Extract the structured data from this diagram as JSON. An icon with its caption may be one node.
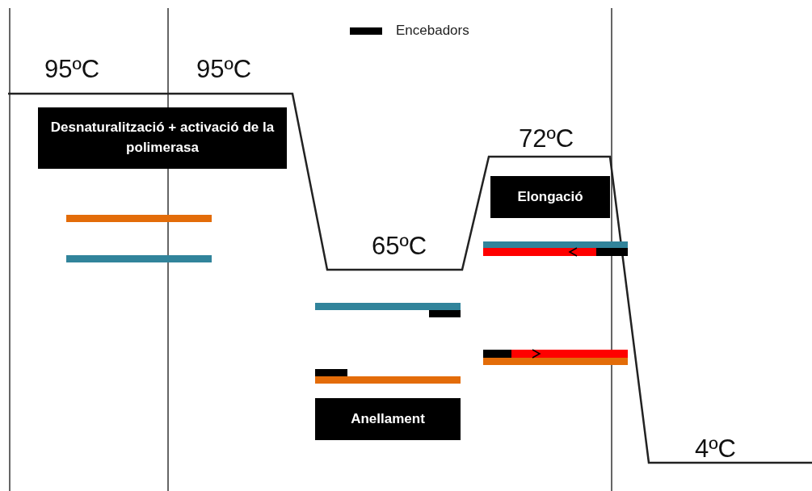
{
  "diagram": {
    "nodes": [
      {
        "text": [
          "Desnaturalització + activació de la polimerasa"
        ]
      },
      {
        "text": [
          "Anellament"
        ]
      },
      {
        "text": [
          "Elongació"
        ]
      }
    ],
    "labels": [
      "95ºC",
      "95ºC",
      "72ºC",
      "65ºC",
      "4ºC"
    ],
    "legend": [
      {
        "text": "Encebadors",
        "color": "#000000"
      }
    ]
  }
}
